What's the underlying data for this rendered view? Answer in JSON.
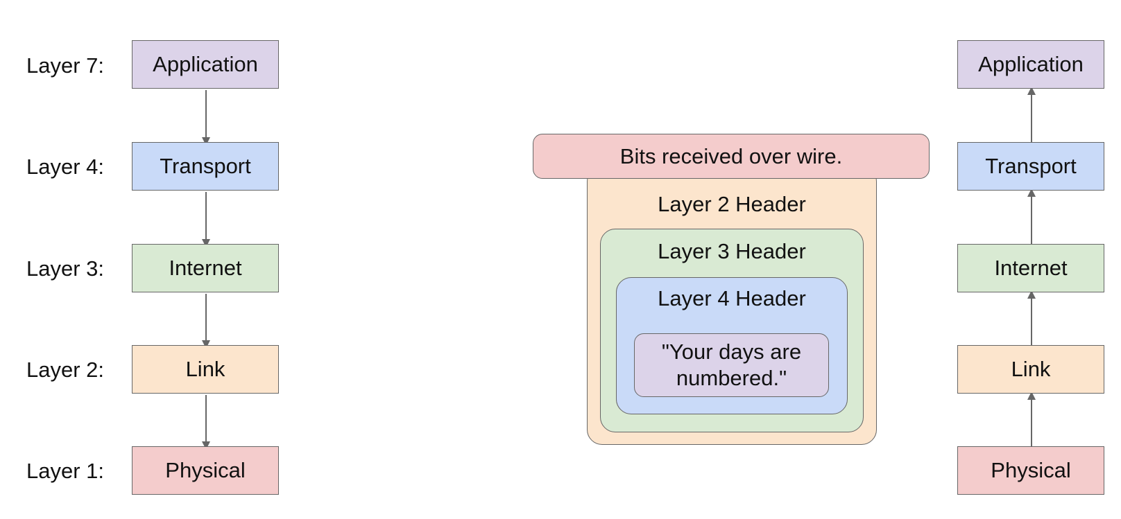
{
  "send_stack": {
    "layers": [
      {
        "label": "Layer 7:",
        "name": "Application",
        "color": "#dcd3e9"
      },
      {
        "label": "Layer 4:",
        "name": "Transport",
        "color": "#c9daf8"
      },
      {
        "label": "Layer 3:",
        "name": "Internet",
        "color": "#d9ead3"
      },
      {
        "label": "Layer 2:",
        "name": "Link",
        "color": "#fce5cd"
      },
      {
        "label": "Layer 1:",
        "name": "Physical",
        "color": "#f4cccc"
      }
    ]
  },
  "packet": {
    "wire_banner": "Bits received over wire.",
    "layer2_header": "Layer 2 Header",
    "layer3_header": "Layer 3 Header",
    "layer4_header": "Layer 4 Header",
    "payload_line1": "\"Your days are",
    "payload_line2": "numbered.\""
  },
  "receive_stack": {
    "layers": [
      {
        "name": "Application"
      },
      {
        "name": "Transport"
      },
      {
        "name": "Internet"
      },
      {
        "name": "Link"
      },
      {
        "name": "Physical"
      }
    ]
  }
}
